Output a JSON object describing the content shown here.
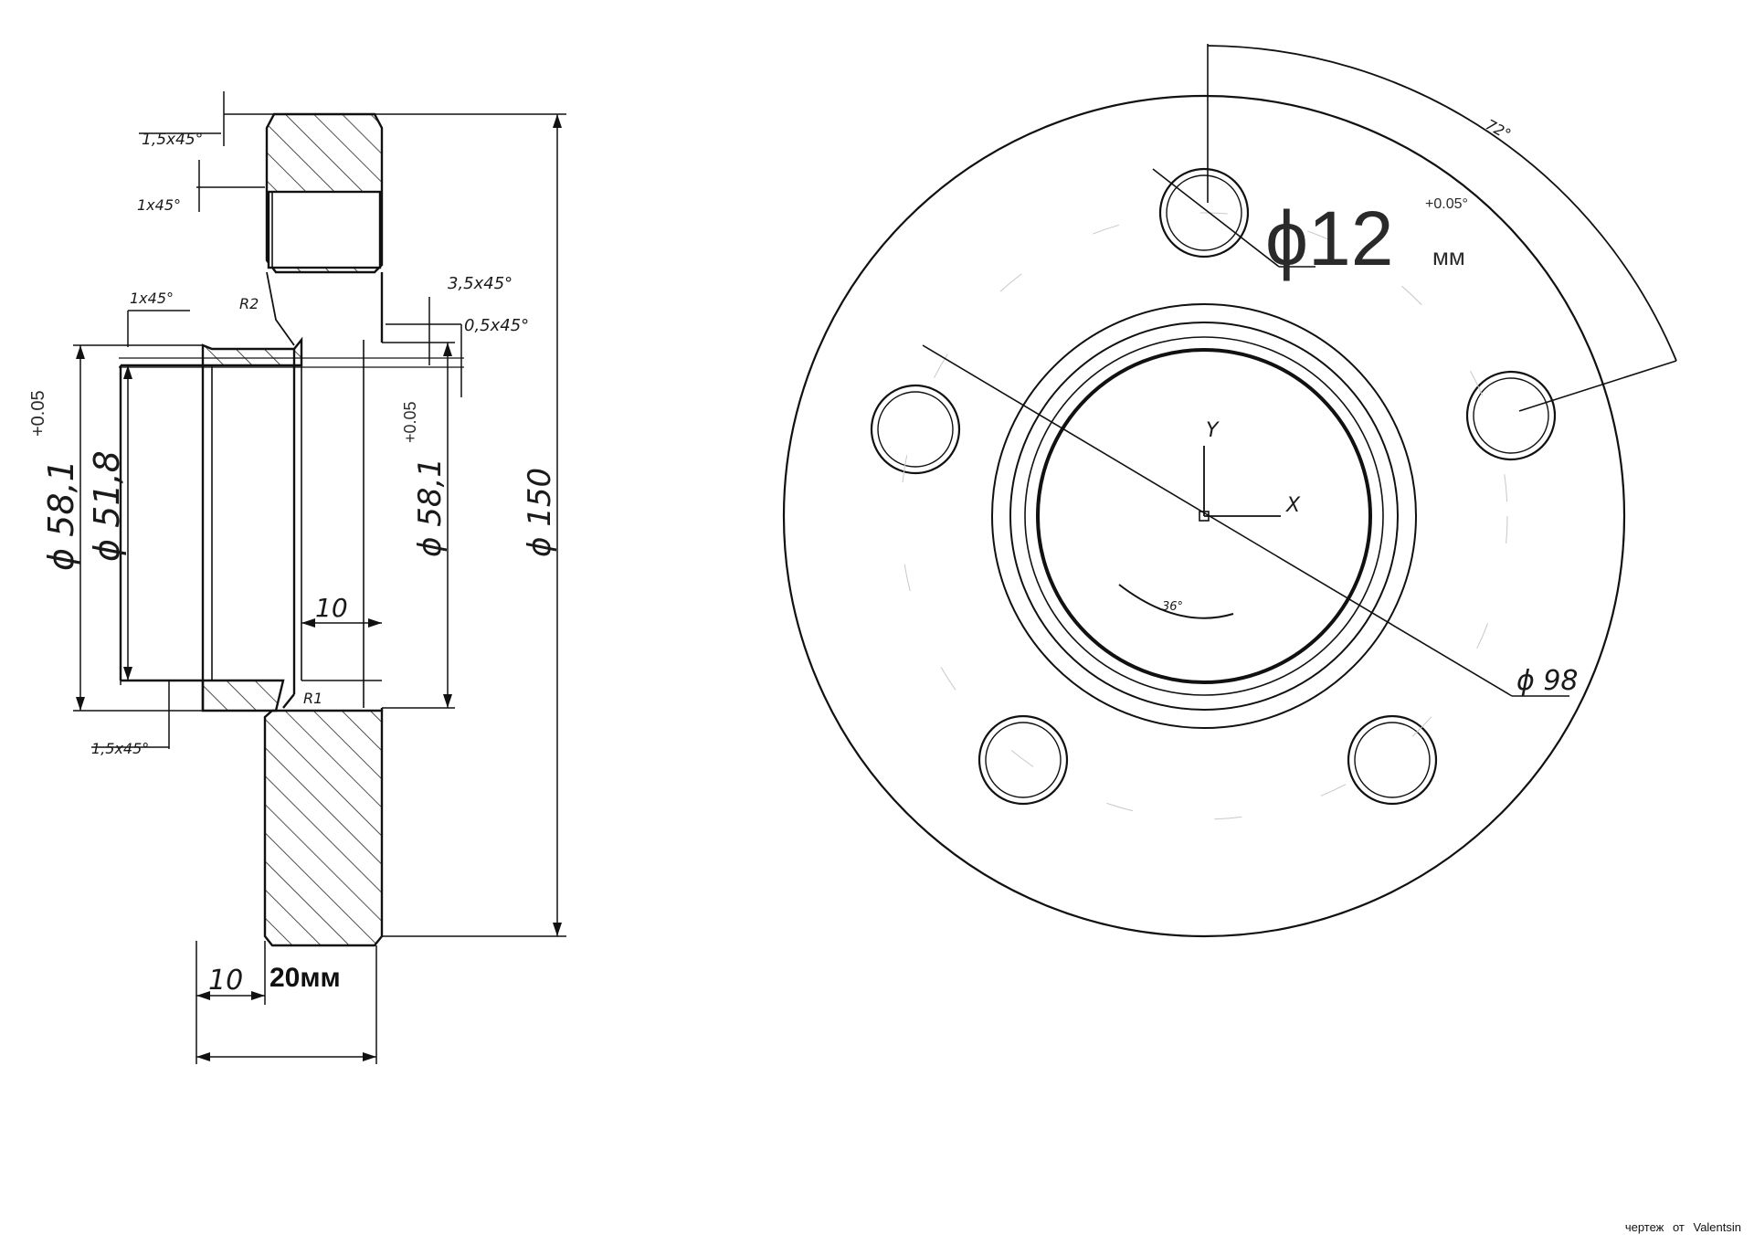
{
  "side_view": {
    "chamfer_top_outer": "1,5x45°",
    "chamfer_hole": "1x45°",
    "chamfer_bore": "1x45°",
    "radius_top": "R2",
    "chamfer_right_1": "3,5x45°",
    "chamfer_right_2": "0,5x45°",
    "dia_outer_left": "ϕ 58,1",
    "dia_outer_left_tol": "+0.05",
    "dia_inner": "ϕ 51,8",
    "dia_right": "ϕ 58,1",
    "dia_right_tol": "+0.05",
    "dia_total": "ϕ 150",
    "step_width": "10",
    "radius_bottom": "R1",
    "chamfer_bottom": "1,5x45°",
    "width_hub": "10",
    "width_flange": "20мм"
  },
  "front_view": {
    "angle_holes": "72°",
    "hole_dia": "ϕ12",
    "hole_unit": "мм",
    "hole_tol": "+0.05°",
    "axis_y": "Y",
    "axis_x": "X",
    "angle_inner": "36°",
    "dia_pcd": "ϕ 98"
  },
  "credit": "чертеж от Valentsin"
}
